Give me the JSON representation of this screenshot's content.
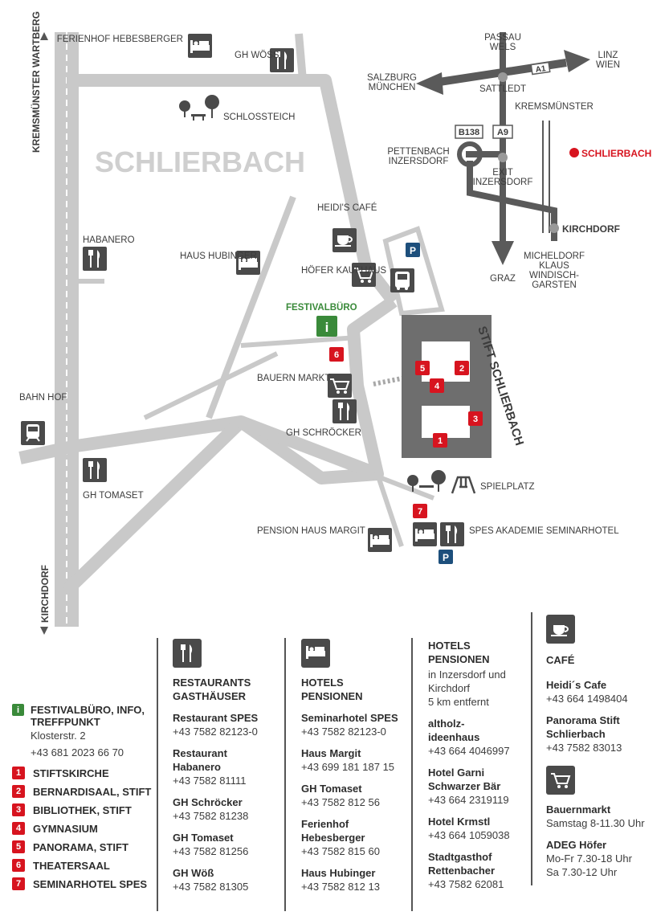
{
  "map": {
    "town": "SCHLIERBACH",
    "road_left_top": "KREMSMÜNSTER WARTBERG",
    "road_left_bottom": "KIRCHDORF",
    "stift": "STIFT SCHLIERBACH",
    "places": {
      "ferienhof": "FERIENHOF HEBESBERGER",
      "gh_woess": "GH WÖSS",
      "schlossteich": "SCHLOSSTEICH",
      "habanero": "HABANERO",
      "haus_hubinger": "HAUS HUBINGER",
      "heidis_cafe": "HEIDI'S CAFÉ",
      "hoefer": "HÖFER KAUFHAUS",
      "festivalbuero": "FESTIVALBÜRO",
      "bauernmarkt": "BAUERN MARKT",
      "gh_schroecker": "GH SCHRÖCKER",
      "bahnhof": "BAHN HOF",
      "gh_tomaset": "GH TOMASET",
      "spielplatz": "SPIELPLATZ",
      "pension_margit": "PENSION HAUS MARGIT",
      "spes": "SPES AKADEMIE SEMINARHOTEL"
    },
    "parking": "P",
    "markers": [
      "1",
      "2",
      "3",
      "4",
      "5",
      "6",
      "7"
    ],
    "info_letter": "i"
  },
  "overview": {
    "passau": "PASSAU",
    "wels": "WELS",
    "a1": "A1",
    "linz": "LINZ",
    "wien": "WIEN",
    "salzburg": "SALZBURG",
    "muenchen": "MÜNCHEN",
    "sattledt": "SATTLEDT",
    "kremsmuenster": "KREMSMÜNSTER",
    "b138": "B138",
    "a9": "A9",
    "pettenbach": "PETTENBACH",
    "inzersdorf": "INZERSDORF",
    "exit1": "EXIT",
    "exit2": "INZERSDORF",
    "schlierbach": "SCHLIERBACH",
    "kirchdorf": "KIRCHDORF",
    "graz": "GRAZ",
    "micheldorf": "MICHELDORF",
    "klaus": "KLAUS",
    "windisch": "WINDISCH-",
    "garsten": "GARSTEN"
  },
  "legend": {
    "info_title1": "FESTIVALBÜRO, INFO,",
    "info_title2": "TREFFPUNKT",
    "info_addr": "Klosterstr. 2",
    "info_phone": "+43 681 2023 66 70",
    "items": [
      {
        "n": "1",
        "label": "STIFTSKIRCHE"
      },
      {
        "n": "2",
        "label": "BERNARDISAAL, STIFT"
      },
      {
        "n": "3",
        "label": "BIBLIOTHEK, STIFT"
      },
      {
        "n": "4",
        "label": "GYMNASIUM"
      },
      {
        "n": "5",
        "label": "PANORAMA, STIFT"
      },
      {
        "n": "6",
        "label": "THEATERSAAL"
      },
      {
        "n": "7",
        "label": "SEMINARHOTEL SPES"
      }
    ]
  },
  "restaurants": {
    "heading1": "RESTAURANTS",
    "heading2": "GASTHÄUSER",
    "entries": [
      {
        "name": "Restaurant SPES",
        "phone": "+43 7582 82123-0"
      },
      {
        "name": "Restaurant Habanero",
        "name1": "Restaurant",
        "name2": "Habanero",
        "phone": "+43 7582 81111"
      },
      {
        "name": "GH Schröcker",
        "phone": "+43 7582 81238"
      },
      {
        "name": "GH Tomaset",
        "phone": "+43 7582 81256"
      },
      {
        "name": "GH Wöß",
        "phone": "+43 7582 81305"
      }
    ]
  },
  "hotels": {
    "heading1": "HOTELS",
    "heading2": "PENSIONEN",
    "entries": [
      {
        "name": "Seminarhotel SPES",
        "phone": "+43 7582 82123-0"
      },
      {
        "name": "Haus Margit",
        "phone": "+43 699 181 187 15"
      },
      {
        "name": "GH Tomaset",
        "phone": "+43 7582 812 56"
      },
      {
        "name1": "Ferienhof",
        "name2": "Hebesberger",
        "phone": "+43 7582 815 60"
      },
      {
        "name": "Haus Hubinger",
        "phone": "+43 7582 812 13"
      }
    ]
  },
  "hotels2": {
    "heading1": "HOTELS",
    "heading2": "PENSIONEN",
    "sub1": "in Inzersdorf und",
    "sub2": "Kirchdorf",
    "sub3": "5 km entfernt",
    "entries": [
      {
        "name1": "altholz-",
        "name2": "ideenhaus",
        "phone": "+43 664 4046997"
      },
      {
        "name1": "Hotel Garni",
        "name2": "Schwarzer Bär",
        "phone": "+43 664 2319119"
      },
      {
        "name1": "Hotel Krmstl",
        "name2": "",
        "phone": "+43 664 1059038"
      },
      {
        "name1": "Stadtgasthof",
        "name2": "Rettenbacher",
        "phone": "+43 7582 62081"
      }
    ]
  },
  "cafe": {
    "heading": "CAFÉ",
    "e1_name": "Heidi´s Cafe",
    "e1_phone": "+43 664 1498404",
    "e2_name1": "Panorama Stift",
    "e2_name2": "Schlierbach",
    "e2_phone": "+43 7582 83013",
    "m_name": "Bauernmarkt",
    "m_time": "Samstag 8-11.30 Uhr",
    "adeg_name": "ADEG Höfer",
    "adeg_t1": "Mo-Fr  7.30-18 Uhr",
    "adeg_t2": "Sa 7.30-12 Uhr"
  }
}
